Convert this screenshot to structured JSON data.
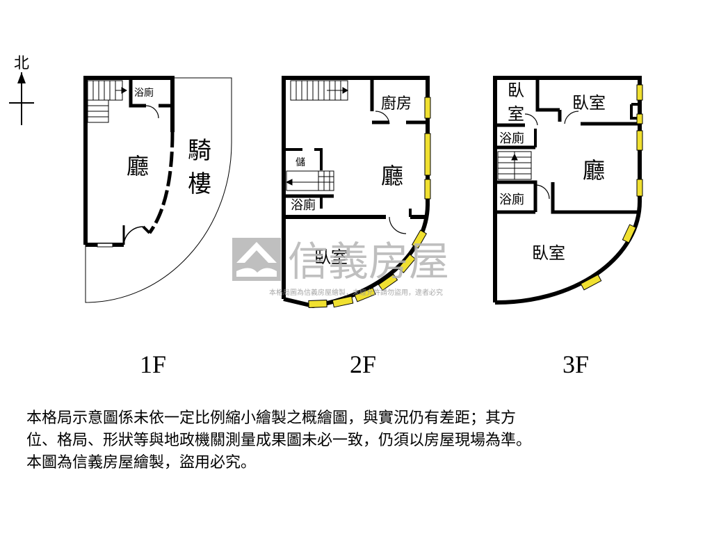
{
  "compass": {
    "north_label": "北"
  },
  "floors": [
    {
      "label": "1F",
      "rooms": {
        "living": "廳",
        "bath": "浴廁",
        "arcade_1": "騎",
        "arcade_2": "樓"
      }
    },
    {
      "label": "2F",
      "rooms": {
        "kitchen": "廚房",
        "living": "廳",
        "storage": "儲",
        "bath": "浴廁",
        "bedroom": "臥室"
      }
    },
    {
      "label": "3F",
      "rooms": {
        "bedroom_small_1": "臥",
        "bedroom_small_2": "室",
        "bedroom_top": "臥室",
        "bath_upper": "浴廁",
        "living": "廳",
        "bath_lower": "浴廁",
        "bedroom_bottom": "臥室"
      }
    }
  ],
  "watermark": {
    "brand": "信義房屋",
    "caption": "本格局圖為信義房屋繪製，未經允許請勿盜用，違者必究"
  },
  "disclaimer": [
    "本格局示意圖係未依一定比例縮小繪製之概繪圖，與實況仍有差距；其方",
    "位、格局、形狀等與地政機關測量成果圖未必一致，仍須以房屋現場為準。",
    "本圖為信義房屋繪製，盜用必究。"
  ],
  "colors": {
    "wall": "#000000",
    "window": "#f0e030",
    "watermark": "#b4b4b4",
    "watermark_text": "#999999"
  }
}
